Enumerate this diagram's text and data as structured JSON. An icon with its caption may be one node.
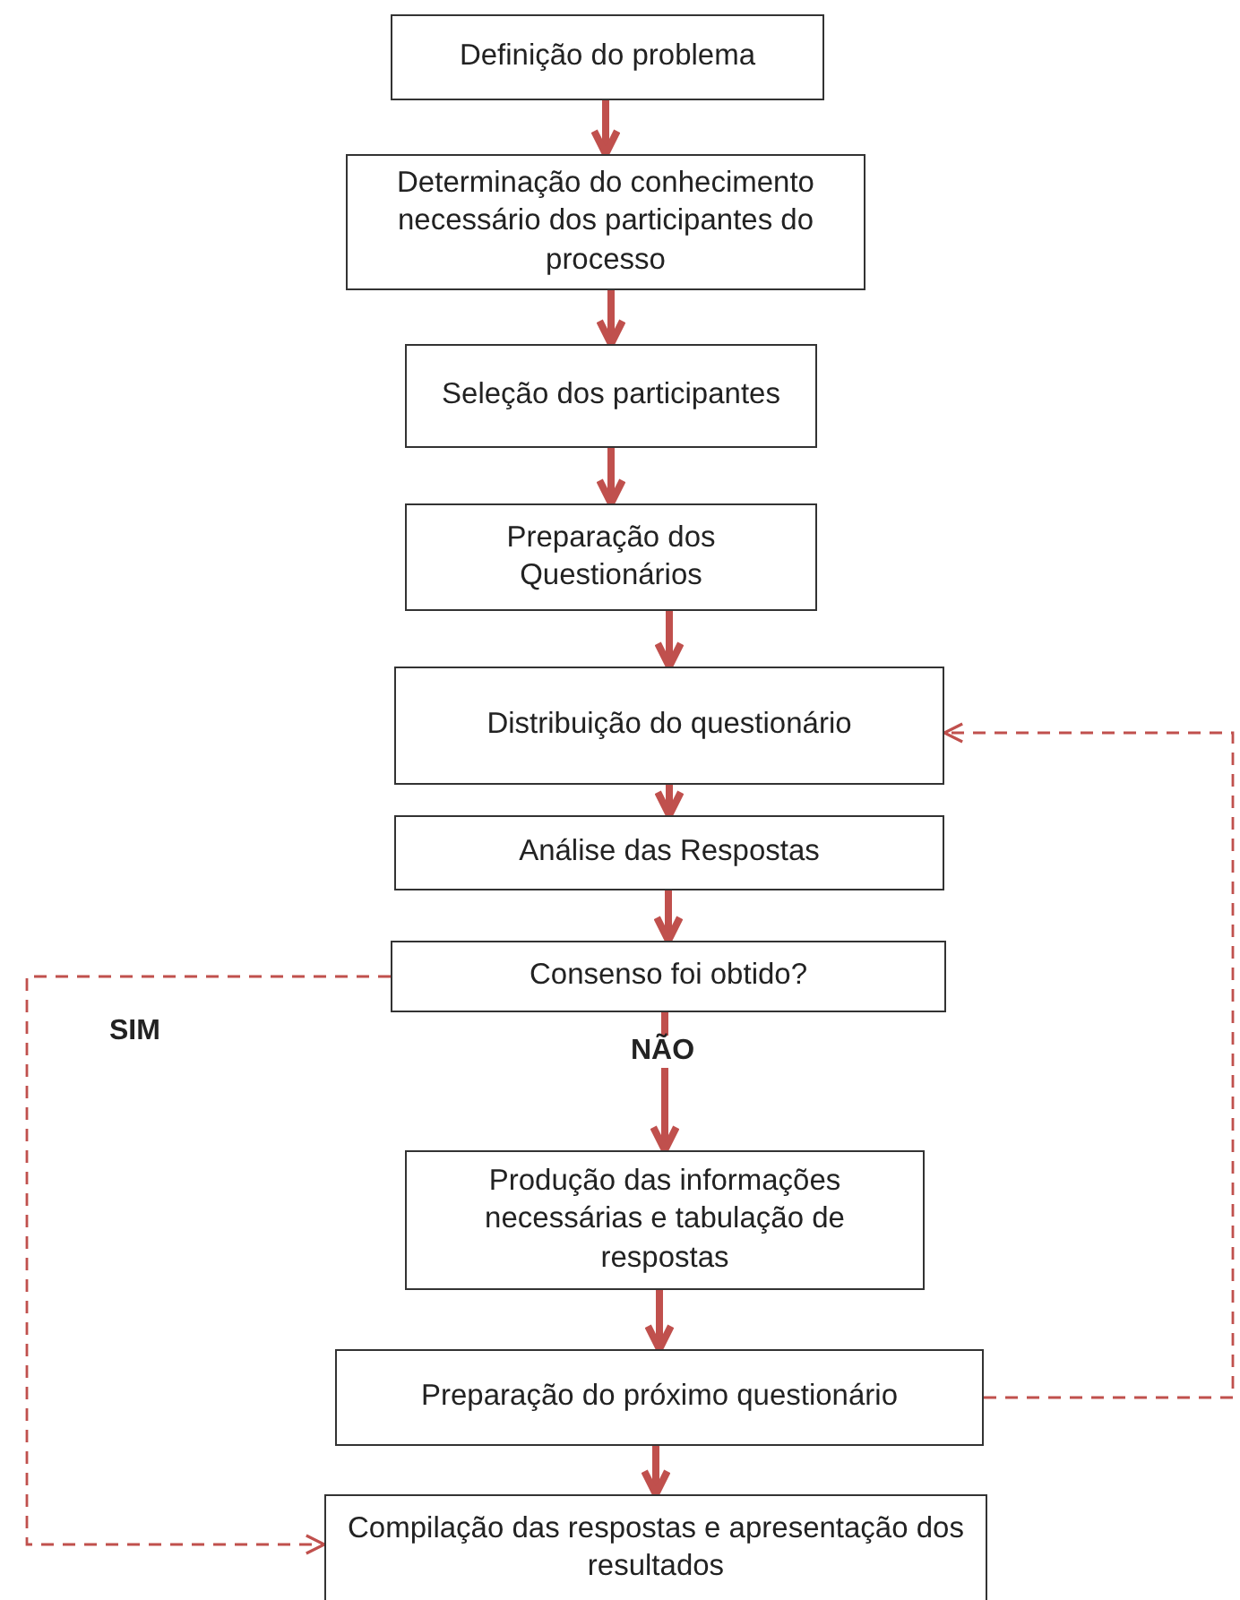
{
  "diagram": {
    "nodes": [
      {
        "text": [
          "Definição do problema"
        ]
      },
      {
        "text": [
          "Determinação do conhecimento necessário dos participantes do processo"
        ]
      },
      {
        "text": [
          "Seleção dos participantes"
        ]
      },
      {
        "text": [
          "Preparação dos Questionários"
        ]
      },
      {
        "text": [
          "Distribuição do questionário"
        ]
      },
      {
        "text": [
          "Análise das Respostas"
        ]
      },
      {
        "text": [
          "Consenso foi obtido?"
        ]
      },
      {
        "text": [
          "Produção das informações necessárias e tabulação de respostas"
        ]
      },
      {
        "text": [
          "Preparação do próximo questionário"
        ]
      },
      {
        "text": [
          "Compilação das respostas e apresentação dos resultados"
        ]
      }
    ],
    "edges": [
      {
        "from": 0,
        "to": 1,
        "arrow": "to"
      },
      {
        "from": 1,
        "to": 2,
        "arrow": "to"
      },
      {
        "from": 2,
        "to": 3,
        "arrow": "to"
      },
      {
        "from": 3,
        "to": 4,
        "arrow": "to"
      },
      {
        "from": 4,
        "to": 5,
        "arrow": "to"
      },
      {
        "from": 5,
        "to": 6,
        "arrow": "to"
      },
      {
        "from": 6,
        "to": 7,
        "arrow": "to",
        "label": "NÃO"
      },
      {
        "from": 7,
        "to": 8,
        "arrow": "to"
      },
      {
        "from": 8,
        "to": 9,
        "arrow": "to"
      },
      {
        "from": 6,
        "to": 9,
        "arrow": "to",
        "label": "SIM",
        "style": "dashed"
      },
      {
        "from": 8,
        "to": 4,
        "arrow": "to",
        "style": "dashed"
      }
    ]
  }
}
